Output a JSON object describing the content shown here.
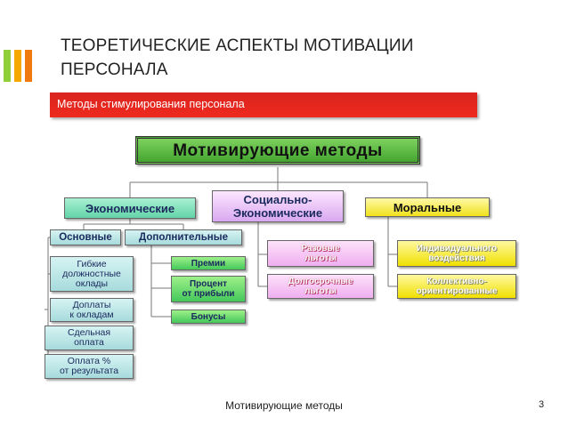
{
  "title": "ТЕОРЕТИЧЕСКИЕ АСПЕКТЫ МОТИВАЦИИ ПЕРСОНАЛА",
  "subtitle": "Методы стимулирования персонала",
  "accent_colors": [
    "#8fcf3a",
    "#f6a800",
    "#f07a10"
  ],
  "root": "Мотивирующие методы",
  "categories": {
    "economic": "Экономические",
    "social": "Социально-\nЭкономические",
    "moral": "Моральные"
  },
  "economic": {
    "basic": "Основные",
    "additional": "Дополнительные",
    "basic_items": [
      "Гибкие\nдолжностные\nоклады",
      "Доплаты\nк окладам",
      "Сдельная\nоплата",
      "Оплата %\nот результата"
    ],
    "additional_items": [
      "Премии",
      "Процент\nот прибыли",
      "Бонусы"
    ]
  },
  "social_items": [
    "Разовые\nльготы",
    "Долгосрочные\nльготы"
  ],
  "moral_items": [
    "Индивидуального\nвоздействия",
    "Коллективно-\nориентированные"
  ],
  "footer": "Мотивирующие методы",
  "page_number": "3"
}
